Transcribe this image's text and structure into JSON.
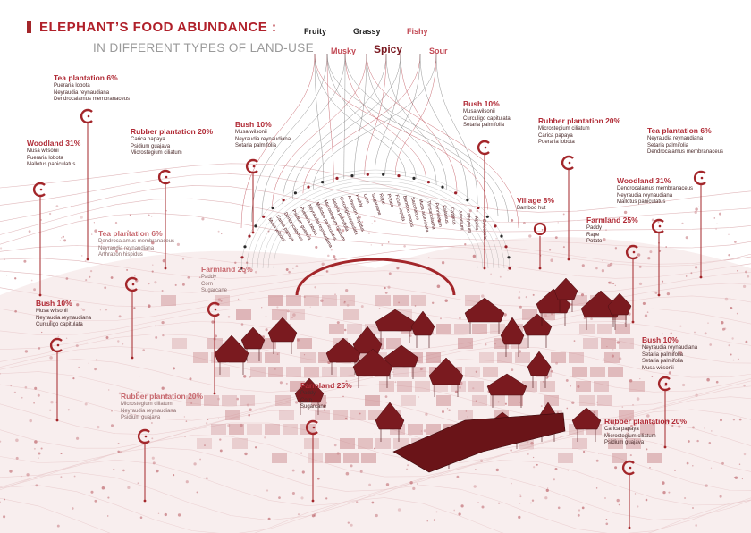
{
  "title": {
    "line1": "ELEPHANT’S FOOD ABUNDANCE :",
    "line2": "IN DIFFERENT TYPES OF LAND-USE"
  },
  "flavors": [
    "Fruity",
    "Grassy",
    "Fishy",
    "Musky",
    "Spicy",
    "Sour"
  ],
  "land_use": [
    {
      "id": "tea-plantation-1",
      "title": "Tea plantation 6%",
      "species": [
        "Pueraria lobota",
        "Neyraudia reynaudiana",
        "Dendrocalamus membranaceus"
      ]
    },
    {
      "id": "woodland-1",
      "title": "Woodland 31%",
      "species": [
        "Musa wilsonii",
        "Pueraria lobota",
        "Mallotus paniculatus"
      ]
    },
    {
      "id": "rubber-plantation-1",
      "title": "Rubber plantation 20%",
      "species": [
        "Carica papaya",
        "Psidium guajava",
        "Microstegium ciliatum"
      ]
    },
    {
      "id": "bush-1",
      "title": "Bush 10%",
      "species": [
        "Musa wilsonii",
        "Neyraudia reynaudiana",
        "Setaria palmifolia"
      ]
    },
    {
      "id": "tea-plantation-2",
      "title": "Tea plantation 6%",
      "species": [
        "Dendrocalamus membranaceus",
        "Neyraudia reynaudiana",
        "Arthraxon hispidus"
      ]
    },
    {
      "id": "farmland-1",
      "title": "Farmland 25%",
      "species": [
        "Paddy",
        "Corn",
        "Sugarcane"
      ]
    },
    {
      "id": "bush-2",
      "title": "Bush 10%",
      "species": [
        "Musa wilsonii",
        "Neyraudia reynaudiana",
        "Curculigo capitulata"
      ]
    },
    {
      "id": "rubber-plantation-2",
      "title": "Rubber plantation 20%",
      "species": [
        "Microstegium ciliatum",
        "Neyraudia reynaudiana",
        "Psidium guajava"
      ]
    },
    {
      "id": "farmland-2",
      "title": "Farmland 25%",
      "species": [
        "Paddy",
        "Corn",
        "Sugarcane"
      ]
    },
    {
      "id": "bush-3",
      "title": "Bush 10%",
      "species": [
        "Musa wilsonii",
        "Curculigo capitulata",
        "Setaria palmifolia"
      ]
    },
    {
      "id": "rubber-plantation-3",
      "title": "Rubber plantation 20%",
      "species": [
        "Microstegium ciliatum",
        "Carica papaya",
        "Pueraria lobota"
      ]
    },
    {
      "id": "tea-plantation-3",
      "title": "Tea plantation 6%",
      "species": [
        "Neyraudia reynaudiana",
        "Setaria palmifolia",
        "Dendrocalamus membranaceus"
      ]
    },
    {
      "id": "woodland-2",
      "title": "Woodland 31%",
      "species": [
        "Dendrocalamus membranaceus",
        "Neyraudia reynaudiana",
        "Mallotus paniculatus"
      ]
    },
    {
      "id": "village",
      "title": "Village 8%",
      "species": [
        "Bamboo hut"
      ]
    },
    {
      "id": "farmland-3",
      "title": "Farmland 25%",
      "species": [
        "Paddy",
        "Rape",
        "Potato"
      ]
    },
    {
      "id": "bush-4",
      "title": "Bush 10%",
      "species": [
        "Neyraudia reynaudiana",
        "Setaria palmifolia",
        "Setaria palmifolia",
        "Musa wilsonii"
      ]
    },
    {
      "id": "rubber-plantation-4",
      "title": "Rubber plantation 20%",
      "species": [
        "Carica papaya",
        "Microstegium ciliatum",
        "Psidium guajava"
      ]
    }
  ],
  "plant_labels": [
    "Musa wilsonii",
    "Carica papaya",
    "Dendrocalamus",
    "Psidium guajava",
    "Pueraria lobota",
    "Neyraudia reynaudiana",
    "Mallotus paniculatus",
    "Microstegium ciliatum",
    "Setaria palmifolia",
    "Curculigo capitulata",
    "Arthraxon hispidus",
    "Paddy",
    "Corn",
    "Sugarcane",
    "Rape",
    "Potato",
    "Ficus hispida",
    "Bamboo shoots",
    "Saccharum",
    "Musa acuminata",
    "Thysanolaena",
    "Pennisetum",
    "Calamus",
    "Cyperus",
    "Amomum",
    "Phrynium",
    "Alpinia",
    "Colocasia"
  ],
  "colors": {
    "accent": "#a3262a",
    "roof": "#7a1a1f",
    "faint": "#e2b9bb",
    "contour": "#d9a8ab"
  }
}
